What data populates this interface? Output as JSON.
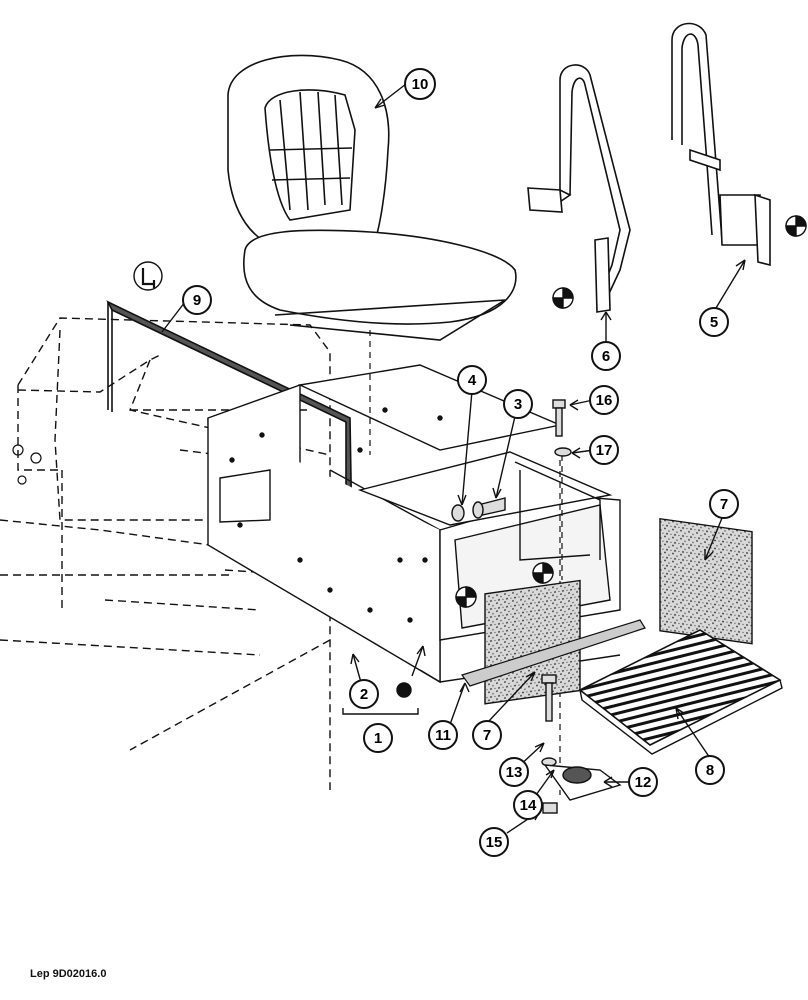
{
  "callouts": [
    {
      "id": "c1",
      "label": "1"
    },
    {
      "id": "c2",
      "label": "2"
    },
    {
      "id": "c3",
      "label": "3"
    },
    {
      "id": "c4",
      "label": "4"
    },
    {
      "id": "c5",
      "label": "5"
    },
    {
      "id": "c6",
      "label": "6"
    },
    {
      "id": "c7a",
      "label": "7"
    },
    {
      "id": "c7b",
      "label": "7"
    },
    {
      "id": "c8",
      "label": "8"
    },
    {
      "id": "c9",
      "label": "9"
    },
    {
      "id": "c10",
      "label": "10"
    },
    {
      "id": "c11",
      "label": "11"
    },
    {
      "id": "c12",
      "label": "12"
    },
    {
      "id": "c13",
      "label": "13"
    },
    {
      "id": "c14",
      "label": "14"
    },
    {
      "id": "c15",
      "label": "15"
    },
    {
      "id": "c16",
      "label": "16"
    },
    {
      "id": "c17",
      "label": "17"
    }
  ],
  "reference": "Lep 9D02016.0"
}
